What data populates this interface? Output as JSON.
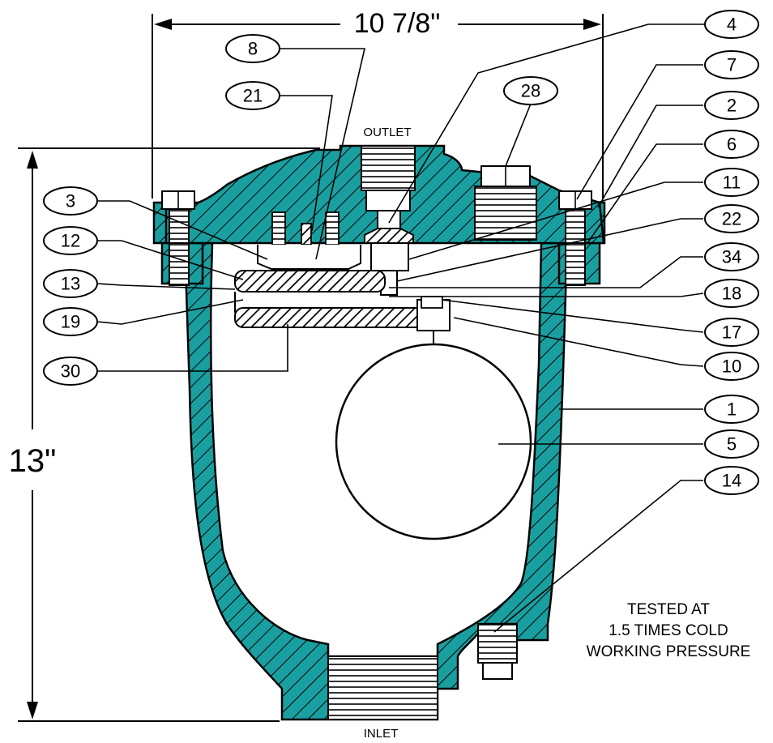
{
  "dimensions": {
    "width": "10 7/8\"",
    "height": "13\""
  },
  "labels": {
    "outlet": "OUTLET",
    "inlet": "INLET"
  },
  "note": [
    "TESTED AT",
    "1.5 TIMES COLD",
    "WORKING PRESSURE"
  ],
  "callouts": {
    "c8": "8",
    "c21": "21",
    "c4": "4",
    "c7": "7",
    "c28": "28",
    "c2": "2",
    "c6": "6",
    "c11": "11",
    "c3": "3",
    "c22": "22",
    "c12": "12",
    "c34": "34",
    "c13": "13",
    "c18": "18",
    "c19": "19",
    "c17": "17",
    "c30": "30",
    "c10": "10",
    "c1": "1",
    "c5": "5",
    "c14": "14"
  },
  "colors": {
    "body": "#1a9fa0",
    "outline": "#000000",
    "background": "#ffffff"
  }
}
